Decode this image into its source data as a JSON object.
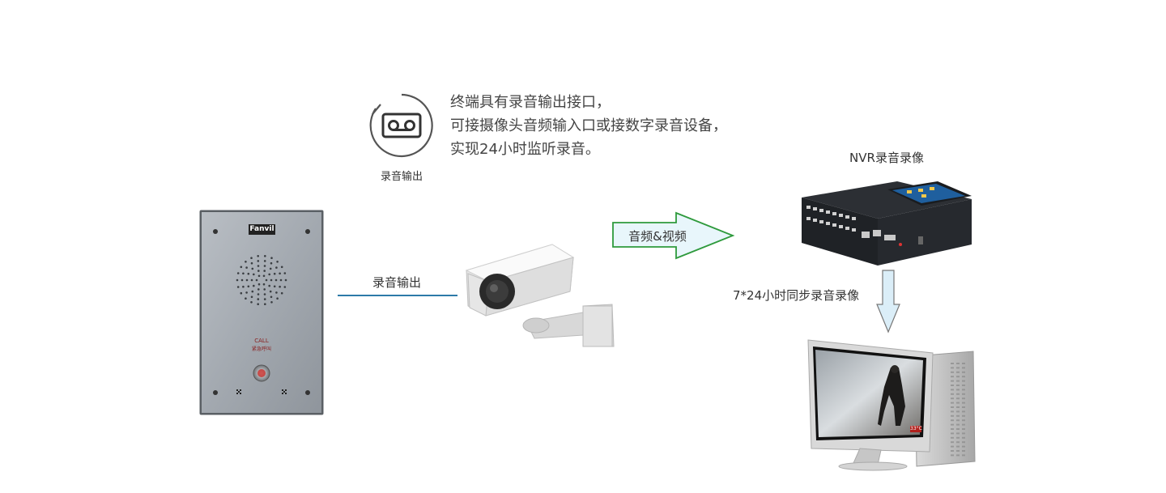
{
  "feature": {
    "icon": "tape-recorder-icon",
    "caption": "录音输出",
    "lines": [
      "终端具有录音输出接口，",
      "可接摄像头音频输入口或接数字录音设备，",
      "实现24小时监听录音。"
    ]
  },
  "intercom": {
    "brand": "Fanvil",
    "call_label": "CALL",
    "call_sub": "紧急呼叫"
  },
  "link_label": "录音输出",
  "av_arrow_label": "音频&视频",
  "nvr_title": "NVR录音录像",
  "record_label": "7*24小时同步录音录像",
  "monitor_overlay": "33°C",
  "colors": {
    "link_line": "#2d7aa8",
    "av_arrow_stroke": "#2e9a3c",
    "av_arrow_fill": "#e8f6fb",
    "down_arrow_fill": "#dbeef8"
  }
}
